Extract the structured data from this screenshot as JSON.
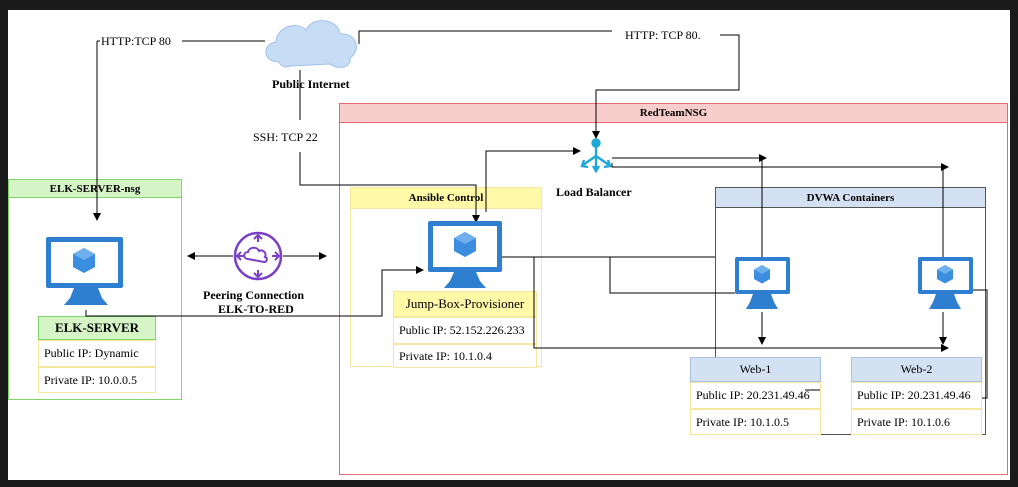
{
  "internet": {
    "label": "Public Internet"
  },
  "edges": {
    "http_left": "HTTP:TCP 80",
    "http_right": "HTTP: TCP 80.",
    "ssh": "SSH: TCP 22"
  },
  "elk": {
    "nsg_label": "ELK-SERVER-nsg",
    "server_name": "ELK-SERVER",
    "public_ip": "Public IP: Dynamic",
    "private_ip": "Private IP: 10.0.0.5"
  },
  "peering": {
    "line1": "Peering Connection",
    "line2": "ELK-TO-RED"
  },
  "red": {
    "nsg_label": "RedTeamNSG"
  },
  "ansible": {
    "group_label": "Ansible Control",
    "vm_name": "Jump-Box-Provisioner",
    "public_ip": "Public IP: 52.152.226.233",
    "private_ip": "Private IP: 10.1.0.4"
  },
  "lb": {
    "label": "Load Balancer"
  },
  "dvwa": {
    "group_label": "DVWA Containers"
  },
  "web1": {
    "name": "Web-1",
    "public_ip": "Public IP: 20.231.49.46",
    "private_ip": "Private IP: 10.1.0.5"
  },
  "web2": {
    "name": "Web-2",
    "public_ip": "Public IP: 20.231.49.46",
    "private_ip": "Private IP: 10.1.0.6"
  },
  "colors": {
    "red_fill": "#f8cecc",
    "red_border": "#e36b6b",
    "green_fill": "#d5f5c6",
    "green_border": "#7fd46b",
    "yellow_fill": "#fff9a8",
    "blue_fill": "#d3e1f2",
    "azure_blue": "#2f7fd0",
    "lb_cyan": "#1fa8d8",
    "peering_purple": "#7b3fc6"
  }
}
